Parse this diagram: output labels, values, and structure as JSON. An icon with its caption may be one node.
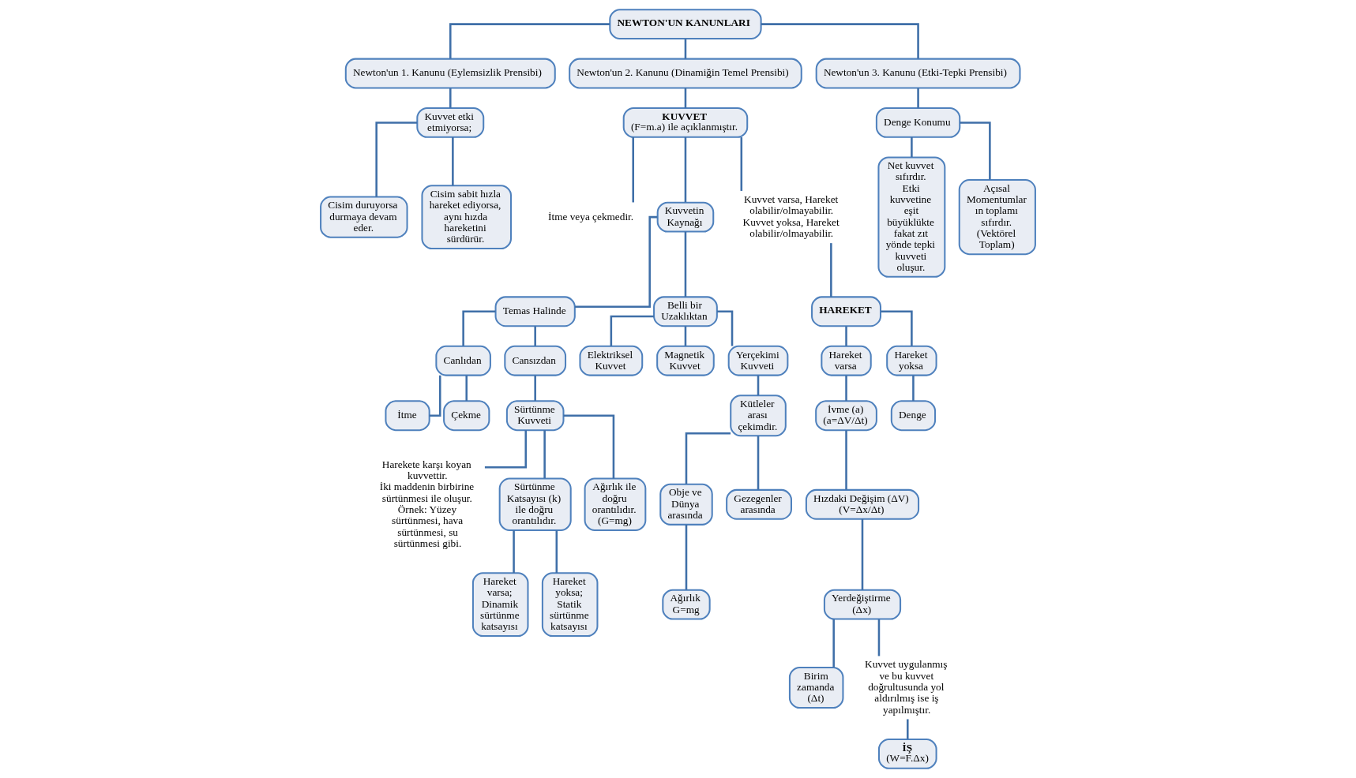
{
  "diagram": {
    "nodes": [
      {
        "text": [
          "NEWTON'UN KANUNLARI"
        ]
      },
      {
        "text": [
          "Newton'un 1. Kanunu (Eylemsizlik Prensibi)"
        ]
      },
      {
        "text": [
          "Newton'un 2. Kanunu (Dinamiğin Temel Prensibi)"
        ]
      },
      {
        "text": [
          "Newton'un 3. Kanunu (Etki-Tepki Prensibi)"
        ]
      },
      {
        "text": [
          "Kuvvet etki etmiyorsa;"
        ]
      },
      {
        "text": [
          "Cisim duruyorsa durmaya devam eder."
        ]
      },
      {
        "text": [
          "Cisim sabit hızla hareket ediyorsa, aynı hızda hareketini sürdürür."
        ]
      },
      {
        "text": [
          "KUVVET",
          "(F=m.a) ile açıklanmıştır."
        ]
      },
      {
        "text": [
          "İtme veya çekmedir."
        ]
      },
      {
        "text": [
          "Kuvvetin Kaynağı"
        ]
      },
      {
        "text": [
          "Kuvvet varsa, Hareket olabilir/olmayabilir.",
          "Kuvvet yoksa, Hareket olabilir/olmayabilir."
        ]
      },
      {
        "text": [
          "Temas Halinde"
        ]
      },
      {
        "text": [
          "Belli bir Uzaklıktan"
        ]
      },
      {
        "text": [
          "Canlıdan"
        ]
      },
      {
        "text": [
          "Cansızdan"
        ]
      },
      {
        "text": [
          "İtme"
        ]
      },
      {
        "text": [
          "Çekme"
        ]
      },
      {
        "text": [
          "Sürtünme Kuvveti"
        ]
      },
      {
        "text": [
          "Harekete karşı koyan kuvvettir.",
          "İki maddenin birbirine sürtünmesi ile oluşur.",
          "Örnek: Yüzey sürtünmesi, hava sürtünmesi, su sürtünmesi gibi."
        ]
      },
      {
        "text": [
          "Sürtünme Katsayısı (k) ile doğru orantılıdır."
        ]
      },
      {
        "text": [
          "Ağırlık ile doğru orantılıdır. (G=mg)"
        ]
      },
      {
        "text": [
          "Hareket varsa; Dinamik sürtünme katsayısı"
        ]
      },
      {
        "text": [
          "Hareket yoksa; Statik sürtünme katsayısı"
        ]
      },
      {
        "text": [
          "Elektriksel Kuvvet"
        ]
      },
      {
        "text": [
          "Magnetik Kuvvet"
        ]
      },
      {
        "text": [
          "Yerçekimi Kuvveti"
        ]
      },
      {
        "text": [
          "Kütleler arası çekimdir."
        ]
      },
      {
        "text": [
          "Obje ve Dünya arasında"
        ]
      },
      {
        "text": [
          "Gezegenler arasında"
        ]
      },
      {
        "text": [
          "Ağırlık",
          "G=mg"
        ]
      },
      {
        "text": [
          "HAREKET"
        ]
      },
      {
        "text": [
          "Hareket varsa"
        ]
      },
      {
        "text": [
          "Hareket yoksa"
        ]
      },
      {
        "text": [
          "İvme (a)",
          "(a=ΔV/Δt)"
        ]
      },
      {
        "text": [
          "Denge"
        ]
      },
      {
        "text": [
          "Hızdaki Değişim (ΔV)",
          "(V=Δx/Δt)"
        ]
      },
      {
        "text": [
          "Yerdeğiştirme (Δx)"
        ]
      },
      {
        "text": [
          "Birim zamanda (Δt)"
        ]
      },
      {
        "text": [
          "Kuvvet uygulanmış ve bu kuvvet doğrultusunda yol aldırılmış ise iş yapılmıştır."
        ]
      },
      {
        "text": [
          "İŞ",
          "(W=F.Δx)"
        ]
      },
      {
        "text": [
          "Denge Konumu"
        ]
      },
      {
        "text": [
          "Net kuvvet sıfırdır. Etki kuvvetine eşit büyüklükte fakat zıt yönde tepki kuvveti oluşur."
        ]
      },
      {
        "text": [
          "Açısal Momentumlar ın toplamı sıfırdır. (Vektörel Toplam)"
        ]
      }
    ],
    "edges": [
      {
        "from": 0,
        "to": 1,
        "arrow": "none"
      },
      {
        "from": 0,
        "to": 2,
        "arrow": "none"
      },
      {
        "from": 0,
        "to": 3,
        "arrow": "none"
      },
      {
        "from": 1,
        "to": 4,
        "arrow": "none"
      },
      {
        "from": 4,
        "to": 5,
        "arrow": "none"
      },
      {
        "from": 4,
        "to": 6,
        "arrow": "none"
      },
      {
        "from": 2,
        "to": 7,
        "arrow": "none"
      },
      {
        "from": 7,
        "to": 8,
        "arrow": "none"
      },
      {
        "from": 7,
        "to": 9,
        "arrow": "none"
      },
      {
        "from": 7,
        "to": 10,
        "arrow": "none"
      },
      {
        "from": 9,
        "to": 11,
        "arrow": "none"
      },
      {
        "from": 9,
        "to": 12,
        "arrow": "none"
      },
      {
        "from": 11,
        "to": 13,
        "arrow": "none"
      },
      {
        "from": 11,
        "to": 14,
        "arrow": "none"
      },
      {
        "from": 13,
        "to": 15,
        "arrow": "none"
      },
      {
        "from": 13,
        "to": 16,
        "arrow": "none"
      },
      {
        "from": 14,
        "to": 17,
        "arrow": "none"
      },
      {
        "from": 17,
        "to": 18,
        "arrow": "none"
      },
      {
        "from": 17,
        "to": 19,
        "arrow": "none"
      },
      {
        "from": 17,
        "to": 20,
        "arrow": "none"
      },
      {
        "from": 19,
        "to": 21,
        "arrow": "none"
      },
      {
        "from": 19,
        "to": 22,
        "arrow": "none"
      },
      {
        "from": 12,
        "to": 23,
        "arrow": "none"
      },
      {
        "from": 12,
        "to": 24,
        "arrow": "none"
      },
      {
        "from": 12,
        "to": 25,
        "arrow": "none"
      },
      {
        "from": 25,
        "to": 26,
        "arrow": "none"
      },
      {
        "from": 26,
        "to": 27,
        "arrow": "none"
      },
      {
        "from": 26,
        "to": 28,
        "arrow": "none"
      },
      {
        "from": 27,
        "to": 29,
        "arrow": "none"
      },
      {
        "from": 10,
        "to": 30,
        "arrow": "none"
      },
      {
        "from": 30,
        "to": 31,
        "arrow": "none"
      },
      {
        "from": 30,
        "to": 32,
        "arrow": "none"
      },
      {
        "from": 31,
        "to": 33,
        "arrow": "none"
      },
      {
        "from": 32,
        "to": 34,
        "arrow": "none"
      },
      {
        "from": 33,
        "to": 35,
        "arrow": "none"
      },
      {
        "from": 35,
        "to": 36,
        "arrow": "none"
      },
      {
        "from": 36,
        "to": 37,
        "arrow": "none"
      },
      {
        "from": 36,
        "to": 38,
        "arrow": "none"
      },
      {
        "from": 38,
        "to": 39,
        "arrow": "none"
      },
      {
        "from": 3,
        "to": 40,
        "arrow": "none"
      },
      {
        "from": 40,
        "to": 41,
        "arrow": "none"
      },
      {
        "from": 40,
        "to": 42,
        "arrow": "none"
      }
    ]
  }
}
